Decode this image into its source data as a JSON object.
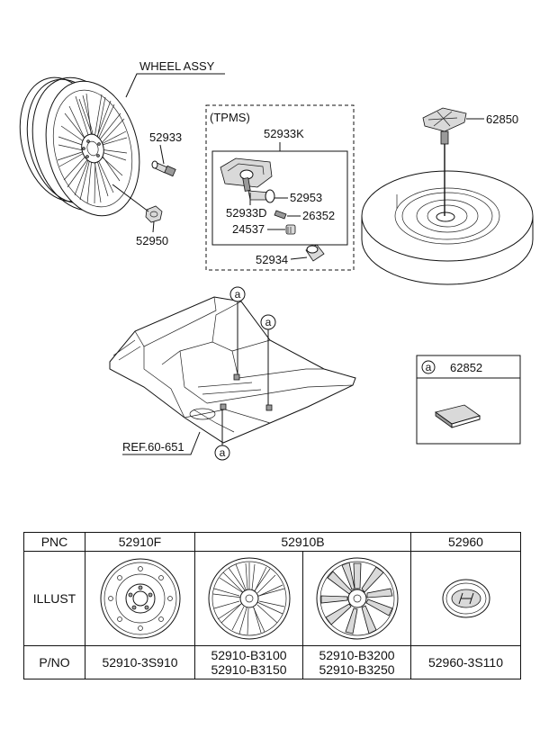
{
  "diagram": {
    "callouts": {
      "wheel_assy": "WHEEL ASSY",
      "p52933": "52933",
      "p52950": "52950",
      "tpms": "(TPMS)",
      "p52933k": "52933K",
      "p52953": "52953",
      "p52933d": "52933D",
      "p26352": "26352",
      "p24537": "24537",
      "p52934": "52934",
      "p62850": "62850",
      "ref": "REF.60-651",
      "marker_a": "a"
    },
    "legend_box": {
      "marker": "a",
      "part": "62852"
    }
  },
  "table": {
    "row_labels": {
      "pnc": "PNC",
      "illust": "ILLUST",
      "pno": "P/NO"
    },
    "pnc": {
      "col1": "52910F",
      "col2": "52910B",
      "col3": "52960"
    },
    "pno": {
      "col1": "52910-3S910",
      "col2a_line1": "52910-B3100",
      "col2a_line2": "52910-B3150",
      "col2b_line1": "52910-B3200",
      "col2b_line2": "52910-B3250",
      "col3": "52960-3S110"
    }
  }
}
